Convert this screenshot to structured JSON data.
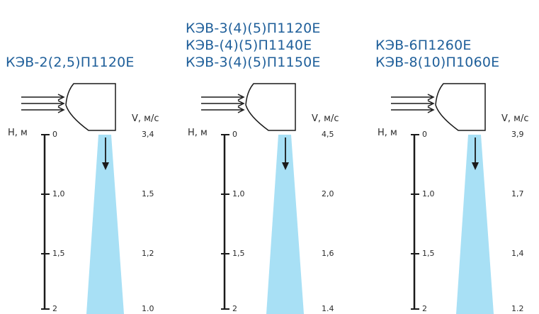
{
  "colors": {
    "title": "#1f5f9a",
    "airflow": "#a8e0f5",
    "lines": "#1a1a1a"
  },
  "axis": {
    "h_label": "H, м",
    "v_label": "V, м/с"
  },
  "panels": [
    {
      "titles": [
        "КЭВ-2(2,5)П1120Е"
      ],
      "heights": [
        "0",
        "1,0",
        "1,5",
        "2"
      ],
      "speeds": [
        "3,4",
        "1,5",
        "1,2",
        "1.0"
      ]
    },
    {
      "titles": [
        "КЭВ-3(4)(5)П1120Е",
        "КЭВ-(4)(5)П1140Е",
        "КЭВ-3(4)(5)П1150Е"
      ],
      "heights": [
        "0",
        "1,0",
        "1,5",
        "2"
      ],
      "speeds": [
        "4,5",
        "2,0",
        "1,6",
        "1.4"
      ]
    },
    {
      "titles": [
        "КЭВ-6П1260Е",
        "КЭВ-8(10)П1060Е"
      ],
      "heights": [
        "0",
        "1,0",
        "1,5",
        "2"
      ],
      "speeds": [
        "3,9",
        "1,7",
        "1,4",
        "1.2"
      ]
    }
  ]
}
